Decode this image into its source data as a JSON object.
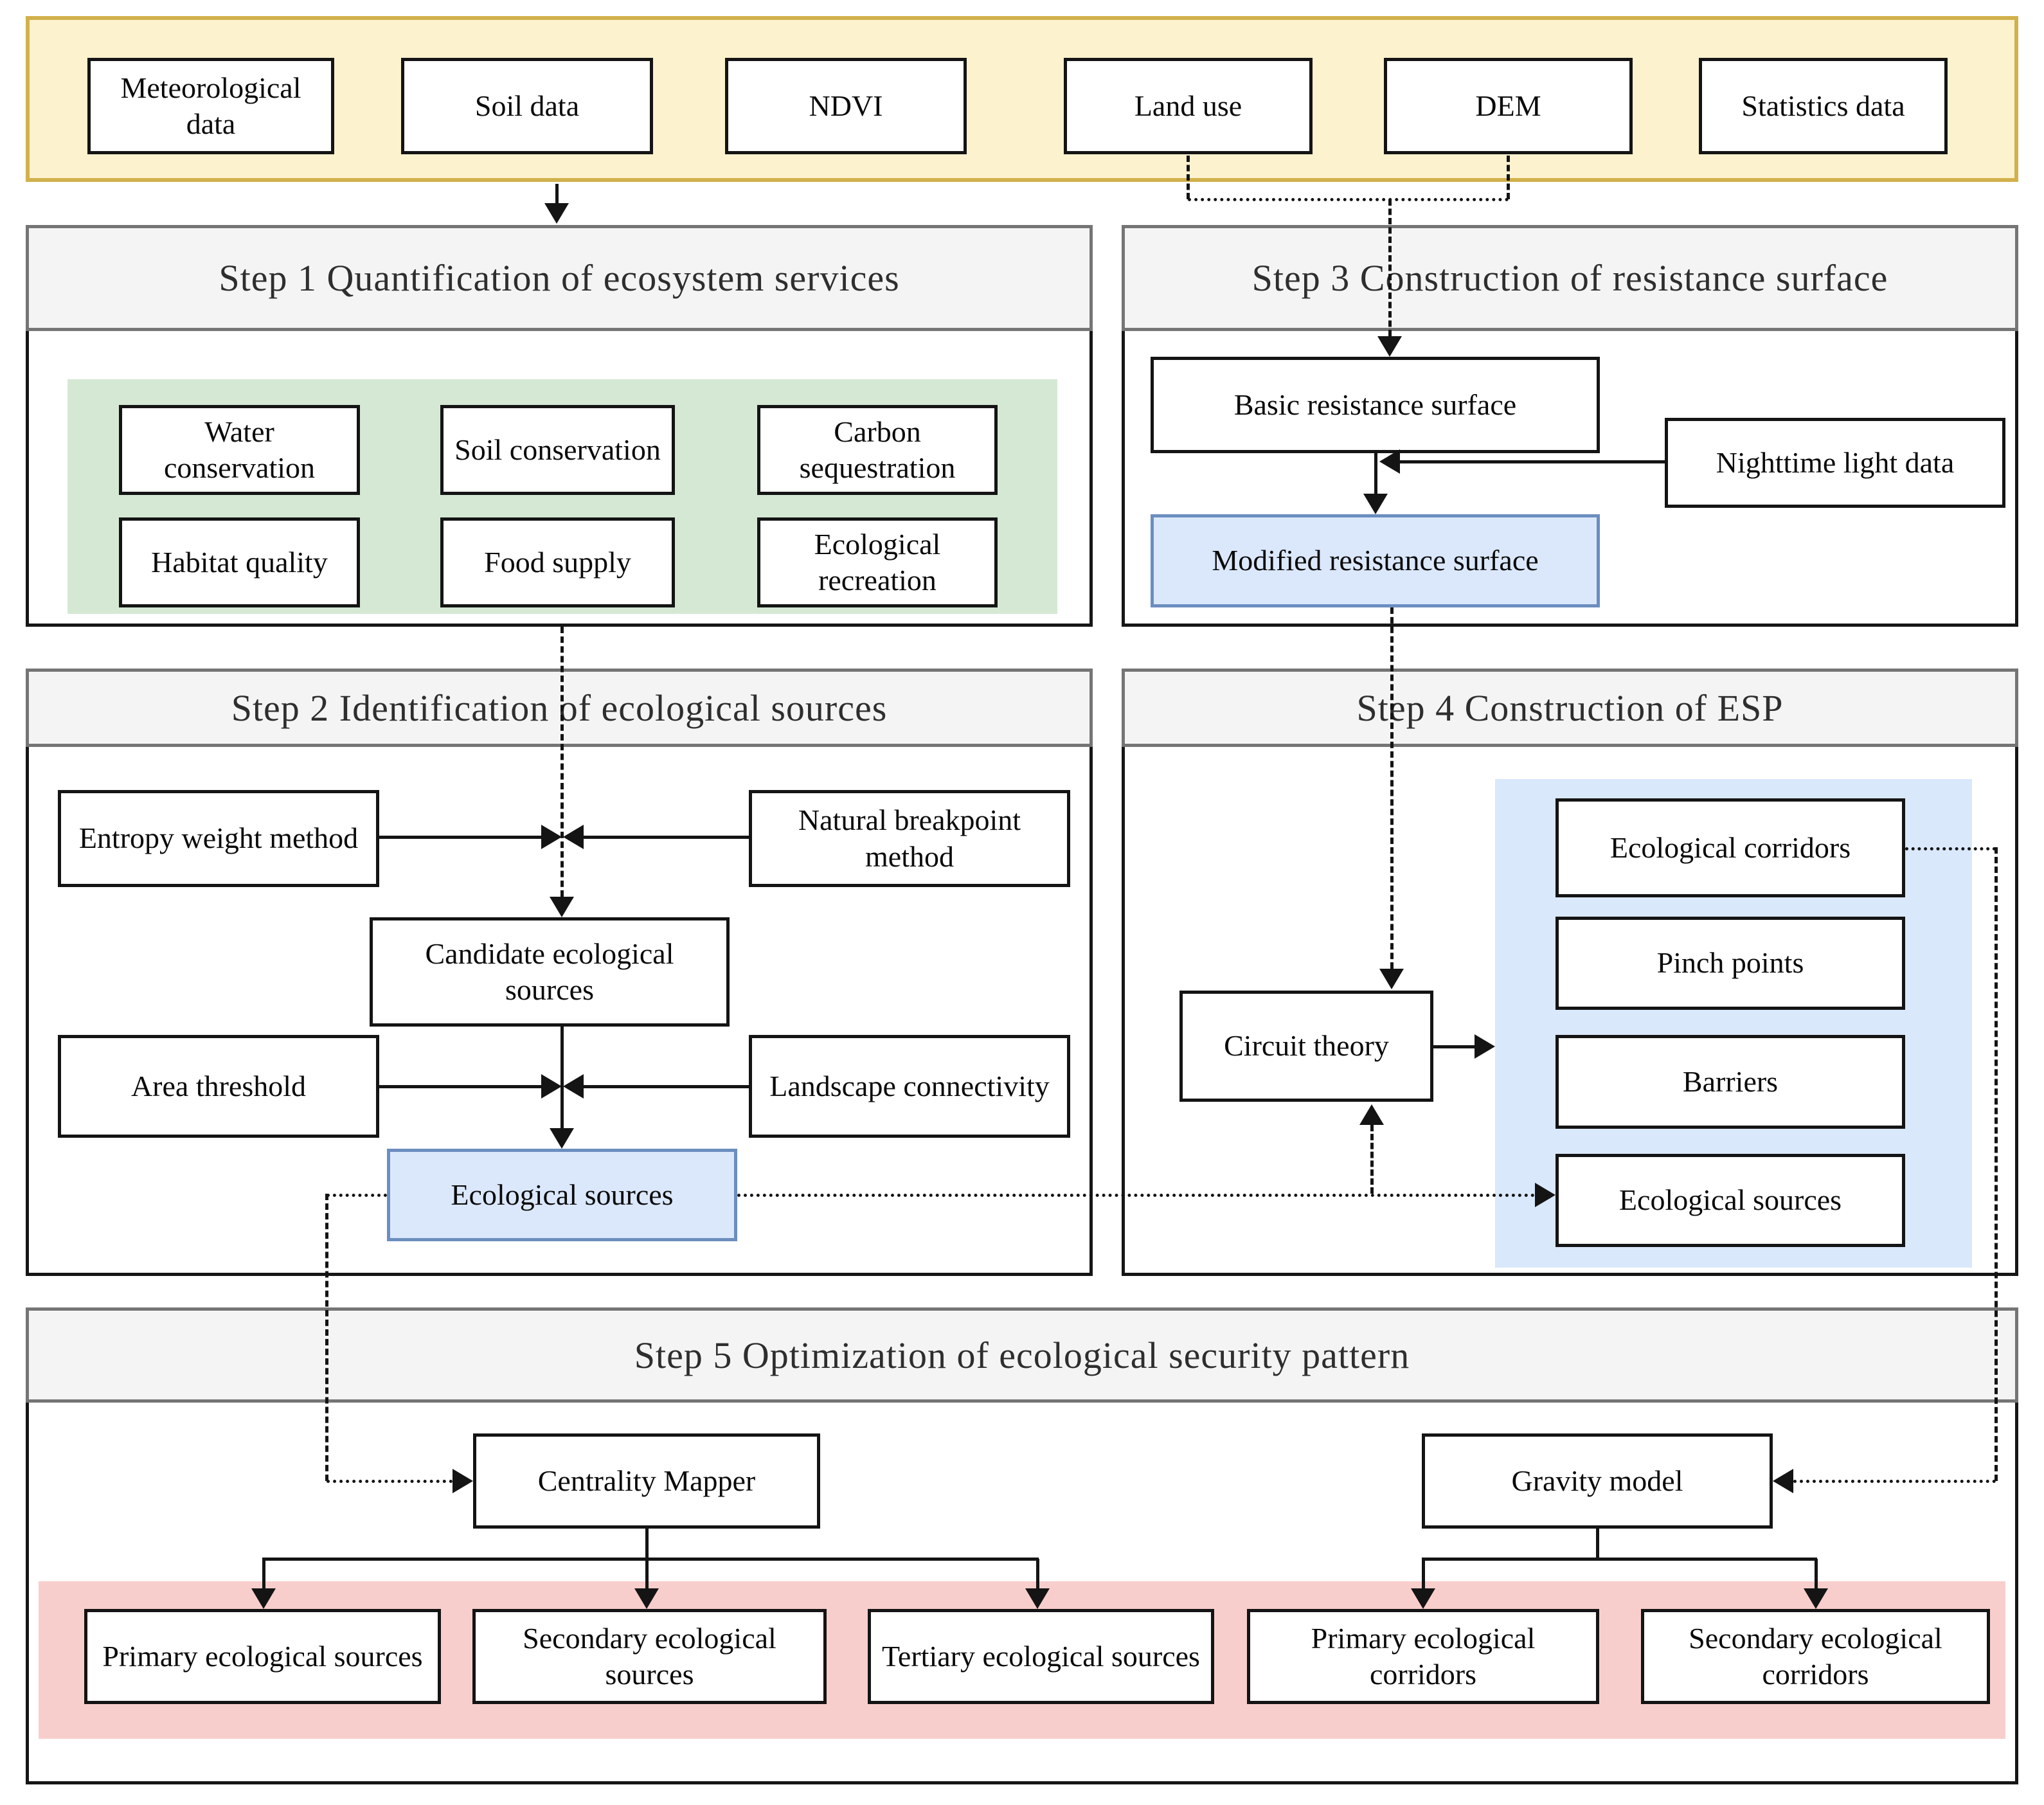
{
  "labels": {
    "met": "Meteorological data",
    "soil": "Soil data",
    "ndvi": "NDVI",
    "landuse": "Land use",
    "dem": "DEM",
    "stats": "Statistics data",
    "step1": "Step 1 Quantification of ecosystem services",
    "step2": "Step 2 Identification of ecological sources",
    "step3": "Step 3 Construction of resistance surface",
    "step4": "Step 4 Construction of ESP",
    "step5": "Step 5 Optimization of ecological security pattern",
    "water": "Water conservation",
    "soilc": "Soil conservation",
    "carbon": "Carbon sequestration",
    "habitat": "Habitat quality",
    "food": "Food supply",
    "ecorec": "Ecological recreation",
    "entropy": "Entropy weight method",
    "natural": "Natural breakpoint method",
    "candidate": "Candidate ecological sources",
    "area": "Area threshold",
    "landconn": "Landscape connectivity",
    "ecosrc2": "Ecological sources",
    "basic": "Basic resistance surface",
    "night": "Nighttime light data",
    "modified": "Modified resistance surface",
    "circuit": "Circuit theory",
    "corridors": "Ecological corridors",
    "pinch": "Pinch points",
    "barriers": "Barriers",
    "ecosrc4": "Ecological sources",
    "centrality": "Centrality Mapper",
    "gravity": "Gravity model",
    "prisrc": "Primary ecological sources",
    "secsrc": "Secondary ecological sources",
    "tersrc": "Tertiary ecological sources",
    "pricor": "Primary ecological corridors",
    "seccor": "Secondary ecological corridors"
  },
  "colors": {
    "input_band_fill": "#fdf2ce",
    "input_band_border": "#d2b14c",
    "services_band_fill": "#d5e8d4",
    "esp_band_fill": "#dae8fc",
    "output_band_fill": "#f8cecc",
    "highlight_box_fill": "#dbe8fc",
    "highlight_box_border": "#6c8ebf",
    "header_fill": "#f4f4f4",
    "line_color": "#141414"
  }
}
